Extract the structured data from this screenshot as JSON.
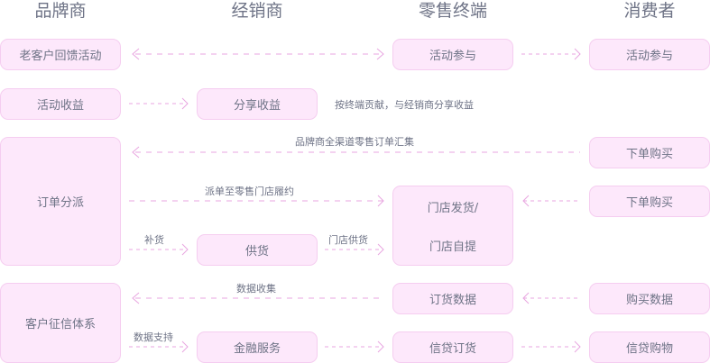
{
  "columns": [
    "品牌商",
    "经销商",
    "零售终端",
    "消费者"
  ],
  "boxes": {
    "brand_feedback": "老客户回馈活动",
    "retail_activity": "活动参与",
    "consumer_activity": "活动参与",
    "brand_revenue": "活动收益",
    "dealer_share": "分享收益",
    "brand_dispatch": "订单分派",
    "consumer_order1": "下单购买",
    "retail_fulfill_1": "门店发货/",
    "retail_fulfill_2": "门店自提",
    "consumer_order2": "下单购买",
    "dealer_supply": "供货",
    "brand_credit": "客户征信体系",
    "retail_orderdata": "订货数据",
    "consumer_purchasedata": "购买数据",
    "dealer_finance": "金融服务",
    "retail_credit": "信贷订货",
    "consumer_credit": "信贷购物"
  },
  "labels": {
    "share_note": "按终端贡献，与经销商分享收益",
    "aggregate": "品牌商全渠道零售订单汇集",
    "dispatch": "派单至零售门店履约",
    "restock": "补货",
    "store_supply": "门店供货",
    "data_collect": "数据收集",
    "data_support": "数据支持"
  },
  "colors": {
    "box_fill": "#fde8fb",
    "box_border": "#f5cdf0",
    "line": "#e8a6e0",
    "text": "#6e7386"
  }
}
